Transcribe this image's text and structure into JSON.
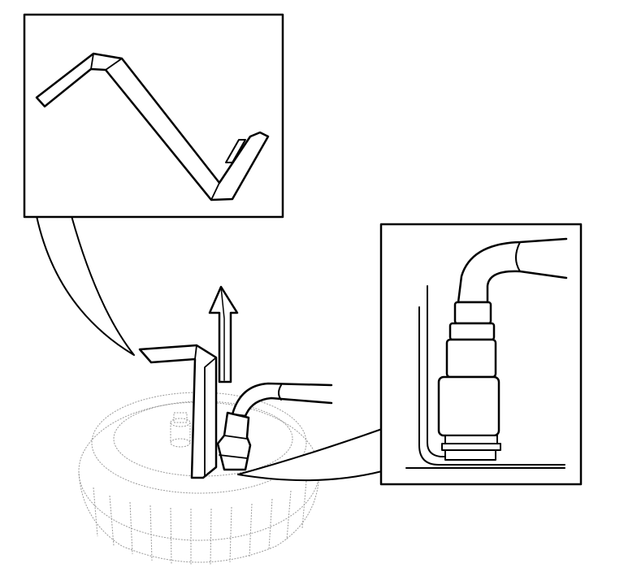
{
  "illustration": {
    "parts": [
      "bracket-tool",
      "spark-plug-boot",
      "ignition-wire",
      "spark-plug",
      "cylinder-head"
    ],
    "removal_direction": "up"
  }
}
